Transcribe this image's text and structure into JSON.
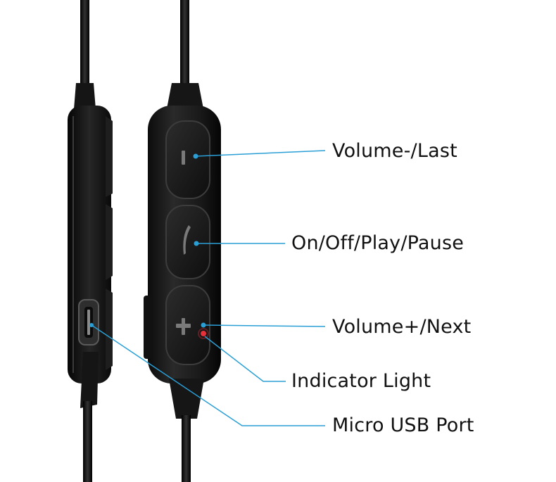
{
  "callouts": {
    "volume_minus": "Volume-/Last",
    "play_pause": "On/Off/Play/Pause",
    "volume_plus": "Volume+/Next",
    "indicator": "Indicator Light",
    "usb": "Micro USB Port"
  },
  "colors": {
    "leader_line": "#2a9fd6",
    "indicator_led": "#e8303a",
    "device_body": "#141414"
  },
  "icons": [
    "minus-icon",
    "phone-icon",
    "plus-icon"
  ]
}
